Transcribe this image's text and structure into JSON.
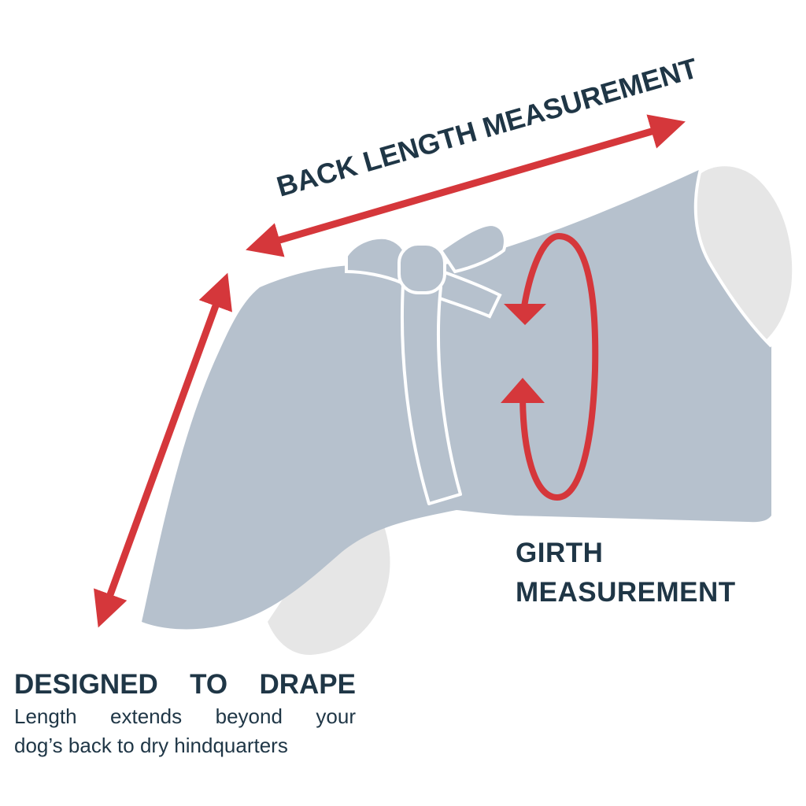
{
  "labels": {
    "back_length": "BACK LENGTH MEASUREMENT",
    "girth_line1": "GIRTH",
    "girth_line2": "MEASUREMENT",
    "drape_title": "DESIGNED TO DRAPE",
    "drape_line1": "Length extends beyond your",
    "drape_line2": "dog’s back to dry hindquarters"
  },
  "colors": {
    "coat": "#b6c1cd",
    "dog": "#e6e6e6",
    "arrow": "#d5373b",
    "text": "#1f3646",
    "outline": "#ffffff"
  }
}
